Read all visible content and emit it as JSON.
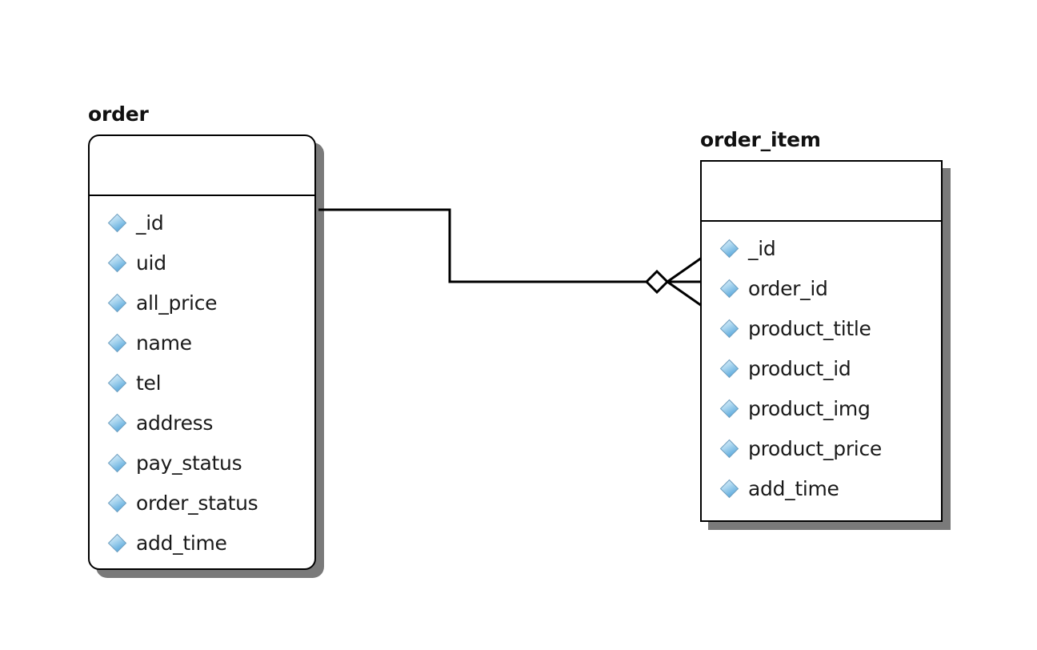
{
  "diagram": {
    "type": "entity-relationship-diagram",
    "notation": "crow's-foot",
    "background_color": "#ffffff",
    "border_color": "#000000",
    "shadow_color": "#7a7a7a",
    "attribute_icon_color": "#8ec6ea",
    "attribute_icon_name": "blue-diamond-icon"
  },
  "entities": [
    {
      "id": "order",
      "title": "order",
      "shape": "rounded-rectangle",
      "fields": [
        {
          "name": "_id",
          "icon": "blue-diamond-icon"
        },
        {
          "name": "uid",
          "icon": "blue-diamond-icon"
        },
        {
          "name": "all_price",
          "icon": "blue-diamond-icon"
        },
        {
          "name": "name",
          "icon": "blue-diamond-icon"
        },
        {
          "name": "tel",
          "icon": "blue-diamond-icon"
        },
        {
          "name": "address",
          "icon": "blue-diamond-icon"
        },
        {
          "name": "pay_status",
          "icon": "blue-diamond-icon"
        },
        {
          "name": "order_status",
          "icon": "blue-diamond-icon"
        },
        {
          "name": "add_time",
          "icon": "blue-diamond-icon"
        }
      ]
    },
    {
      "id": "order_item",
      "title": "order_item",
      "shape": "rectangle",
      "fields": [
        {
          "name": "_id",
          "icon": "blue-diamond-icon"
        },
        {
          "name": "order_id",
          "icon": "blue-diamond-icon"
        },
        {
          "name": "product_title",
          "icon": "blue-diamond-icon"
        },
        {
          "name": "product_id",
          "icon": "blue-diamond-icon"
        },
        {
          "name": "product_img",
          "icon": "blue-diamond-icon"
        },
        {
          "name": "product_price",
          "icon": "blue-diamond-icon"
        },
        {
          "name": "add_time",
          "icon": "blue-diamond-icon"
        }
      ]
    }
  ],
  "relationships": [
    {
      "id": "order-to-order-item",
      "from": "order",
      "to": "order_item",
      "from_cardinality": "one",
      "to_cardinality": "zero-or-many",
      "to_marker": "crows-foot-with-circle",
      "label": "",
      "line_style": "orthogonal"
    }
  ]
}
